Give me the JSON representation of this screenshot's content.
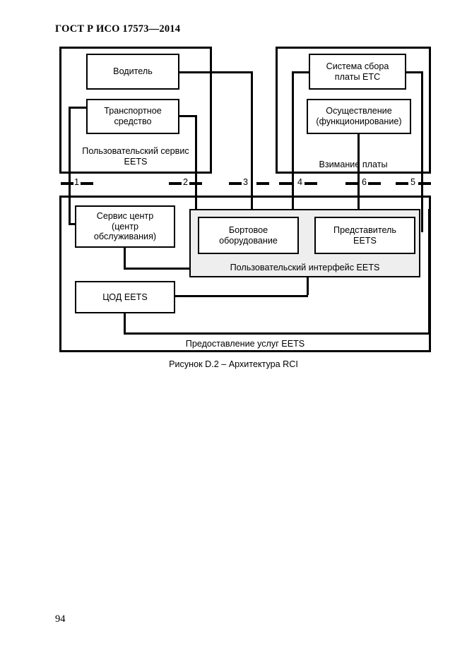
{
  "document": {
    "header": "ГОСТ Р ИСО 17573—2014",
    "page_number": "94",
    "figure_caption": "Рисунок D.2 – Архитектура RCI"
  },
  "diagram": {
    "title": "Архитектура RCI",
    "colors": {
      "line": "#000000",
      "panel_fill": "#eeeeee",
      "background": "#ffffff"
    },
    "top_left_container": {
      "label": "Пользовательский сервис\nEETS",
      "label_line1": "Пользовательский сервис",
      "label_line2": "EETS",
      "nodes": [
        {
          "label": "Водитель"
        },
        {
          "label_line1": "Транспортное",
          "label_line2": "средство"
        }
      ]
    },
    "top_right_container": {
      "label": "Взимание платы",
      "nodes": [
        {
          "label_line1": "Система сбора",
          "label_line2": "платы ETC"
        },
        {
          "label_line1": "Осуществление",
          "label_line2": "(функционирование)"
        }
      ]
    },
    "bottom_container": {
      "label": "Предоставление услуг EETS",
      "nodes": [
        {
          "label_line1": "Сервис центр",
          "label_line2": "(центр",
          "label_line3": "обслуживания)"
        },
        {
          "label_line1": "ЦОД EETS"
        }
      ],
      "gray_panel": {
        "label": "Пользовательский интерфейс EETS",
        "nodes": [
          {
            "label_line1": "Бортовое",
            "label_line2": "оборудование"
          },
          {
            "label_line1": "Представитель",
            "label_line2": "EETS"
          }
        ]
      }
    },
    "interfaces": [
      {
        "number": "1"
      },
      {
        "number": "2"
      },
      {
        "number": "3"
      },
      {
        "number": "4"
      },
      {
        "number": "6"
      },
      {
        "number": "5"
      }
    ]
  }
}
